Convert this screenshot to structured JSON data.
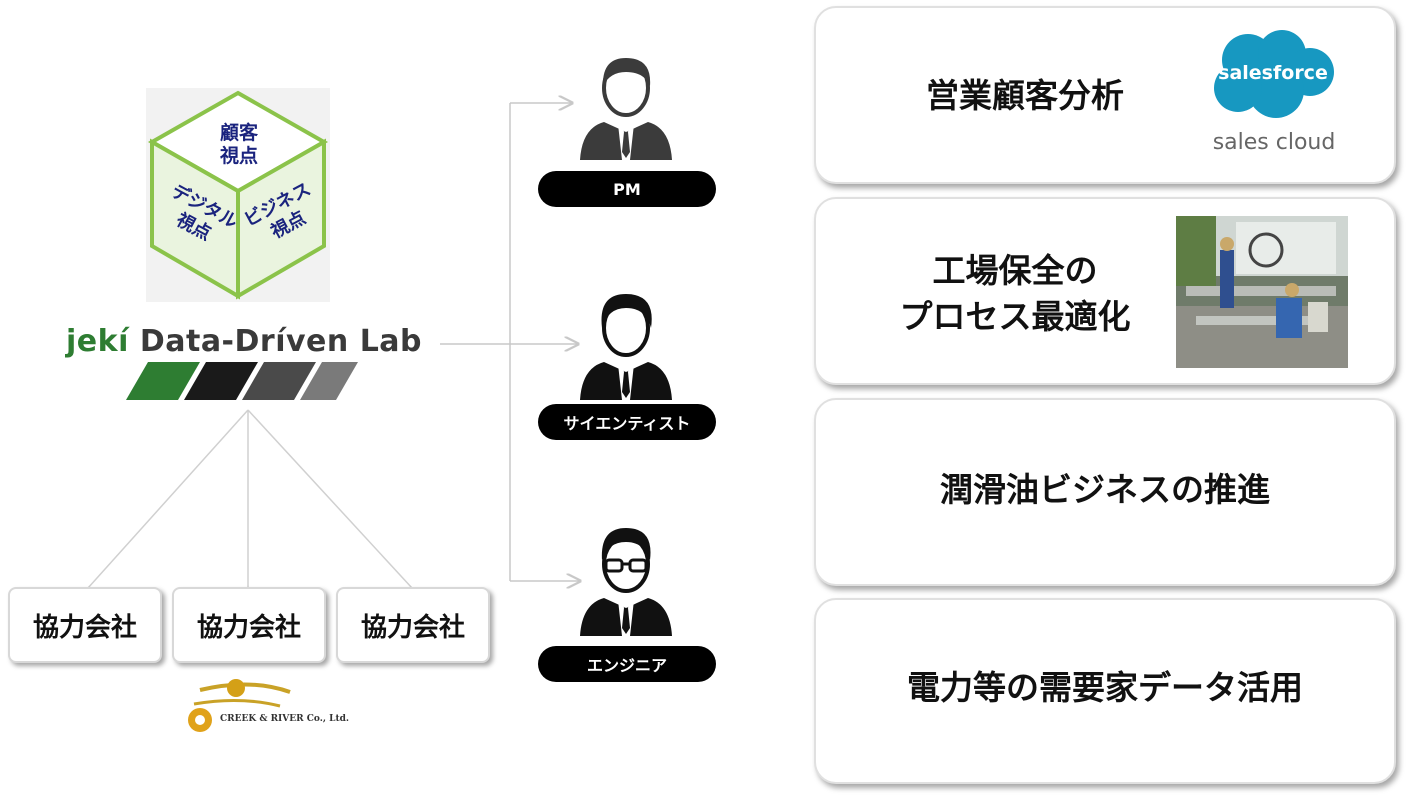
{
  "cube": {
    "top_face": [
      "顧客",
      "視点"
    ],
    "left_face": [
      "デジタル",
      "視点"
    ],
    "right_face": [
      "ビジネス",
      "視点"
    ]
  },
  "lab": {
    "brand": "jekí",
    "name": "Data-Dríven Lab"
  },
  "partners": [
    "協力会社",
    "協力会社",
    "協力会社"
  ],
  "creek_logo_text": "CREEK & RIVER Co., Ltd.",
  "roles": [
    {
      "label": "PM"
    },
    {
      "label": "サイエンティスト"
    },
    {
      "label": "エンジニア"
    }
  ],
  "cards": [
    {
      "title_lines": [
        "営業顧客分析"
      ]
    },
    {
      "title_lines": [
        "工場保全の",
        "プロセス最適化"
      ]
    },
    {
      "title_lines": [
        "潤滑油ビジネスの推進"
      ]
    },
    {
      "title_lines": [
        "電力等の需要家データ活用"
      ]
    }
  ],
  "salesforce": {
    "logo_text": "salesforce",
    "caption": "sales cloud"
  },
  "colors": {
    "brand_green": "#2e7d32",
    "cube_green": "#8bc34a",
    "cube_text": "#1a237e",
    "salesforce_blue": "#1798c1"
  }
}
